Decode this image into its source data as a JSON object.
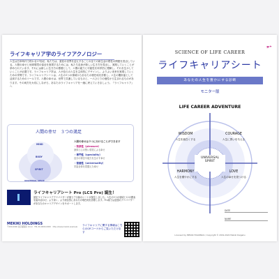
{
  "left_page": {
    "intro_title": "ライフキャリア学のライフアクノロジー",
    "intro_text": "人生は日本時代で終わる27世紀、私たちは、激変の世界を迎えすることの全ての新生活の根性の問題を見出している。人間の幸せと地球環境の保全を実現するためには、私たち自身が新しい生き方を見出し、実践していくことが求められています。それには新しい生き方の基礎として、人間の能力と可能性を科学的に理解し、それを生かしていくことが必要です。ライフキャリア学は、人が自らの人生を主体的にデザインし、よりよい未来を実現していくための学問です。ライフキャリアシートは、人生の3つの領域からあなたの現在地を診断し、人生の羅針盤として活用するためのツールです。人間の幸せは、世界で共通しているものと、一人ひとりの個性から生まれるものがあります。その両方を大切にしながら、あなたのライフキャリアを一緒に考えていきましょう。「ライフキャリア」へ",
    "diagram_title": "人間の幸せ　３つの満足",
    "triad_labels": [
      "MIND",
      "BODY",
      "SPIRIT",
      "UNIVERSAL SPACE"
    ],
    "happiness": {
      "head": "人間の幸せは３つに分けることができます",
      "items": [
        {
          "label": "・快楽性（pleasure）",
          "sub": "身体と心の快い感覚による幸せ"
        },
        {
          "label": "・専門性（speciality）",
          "sub": "自分の得意や能力を生かす幸せ"
        },
        {
          "label": "・普遍性（universality）",
          "sub": "宇宙全体を見据えた幸せ"
        }
      ]
    },
    "ecs_title": "ライフキャリアシート Pro (LCS Pro) 誕生！",
    "ecs_text": "認定ライフキャリアアドバイザーが使うプロ版のシートが誕生しました。人生の3つの領域と12の要素を組み合わせ、より深く、より総合的にあなたの現在地を診断します。Pro版では全国のアドバイザーがあなたのキャリアデザインをサポートします。",
    "company": "MEKIKI HOLDINGS",
    "company_info": "〒000-0000 東京都港区 0-0-0　TEL 00-0000-0000　http://www.mekiki.example",
    "qr_note": "ライフキャリアに関する情報はこちらのQRコードからご覧いただけます"
  },
  "right_page": {
    "science_title": "SCIENCE OF LIFE CAREER",
    "main_title": "ライフキャリア",
    "main_title_suffix": "シート",
    "tagline": "あなたの人生を豊かにする診断",
    "monitor": "モニター版",
    "adventure_title": "LIFE CAREER ADVENTURE",
    "quadrants": {
      "wisdom": {
        "name": "WISDOM",
        "sub": "人生を面白くする"
      },
      "courage": {
        "name": "COURAGE",
        "sub": "人生に勇いを与える"
      },
      "harmony": {
        "name": "HARMONY",
        "sub": "人生を穏やかにする"
      },
      "love": {
        "name": "LOVE",
        "sub": "人生の幸せを見つける"
      }
    },
    "center": "UNIVERSAL SPIRIT",
    "date_label": "DATE",
    "name_label": "NAME",
    "copyright": "Licensed by MEKIKI HOLDINGS / Copyright © 2019-2022 Mekiki Daigaku"
  },
  "colors": {
    "accent": "#2c3aa4",
    "magenta": "#c0197d",
    "band": "#6a78c8"
  }
}
